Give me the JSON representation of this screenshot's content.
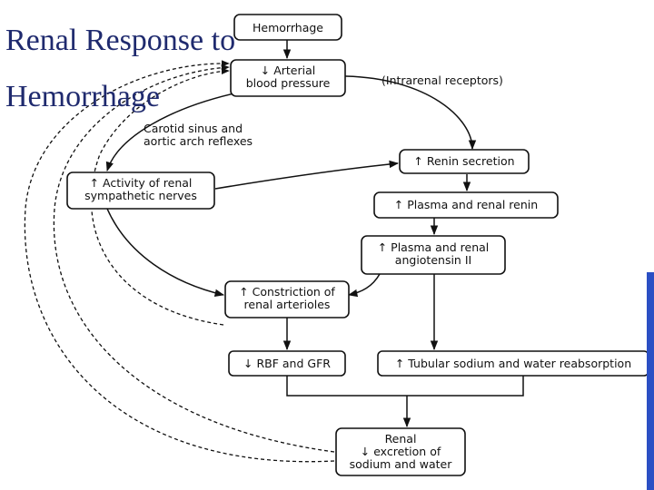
{
  "title": {
    "line1": "Renal Response to",
    "line2": "Hemorrhage"
  },
  "nodes": {
    "hemorrhage": [
      "Hemorrhage"
    ],
    "arterial_bp": [
      "↓ Arterial",
      "blood pressure"
    ],
    "sympathetic": [
      "↑ Activity of renal",
      "sympathetic nerves"
    ],
    "renin_secretion": [
      "↑ Renin secretion"
    ],
    "plasma_renin": [
      "↑ Plasma and renal renin"
    ],
    "angiotensin": [
      "↑ Plasma and renal",
      "angiotensin II"
    ],
    "constriction": [
      "↑ Constriction of",
      "renal arterioles"
    ],
    "rbf_gfr": [
      "↓ RBF and GFR"
    ],
    "tubular": [
      "↑ Tubular sodium and water reabsorption"
    ],
    "excretion": [
      "Renal",
      "↓ excretion of",
      "sodium and water"
    ]
  },
  "labels": {
    "intrarenal": "(Intrarenal receptors)",
    "carotid": [
      "Carotid sinus and",
      "aortic arch reflexes"
    ]
  },
  "colors": {
    "title": "#1f2a6e",
    "ink": "#111111",
    "accent_bar": "#2b4fc4"
  }
}
